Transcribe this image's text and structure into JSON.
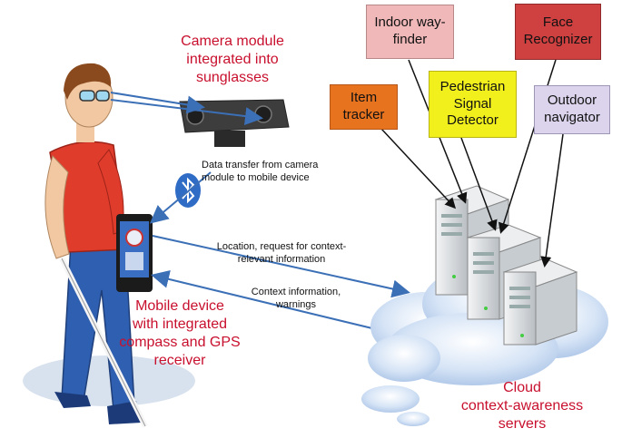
{
  "labels": {
    "camera_module": "Camera module\nintegrated into\nsunglasses",
    "data_transfer": "Data transfer from camera\nmodule to mobile device",
    "location_request": "Location, request for context-\nrelevant information",
    "context_info": "Context information,\nwarnings",
    "mobile_device": "Mobile device\nwith integrated\ncompass and GPS\nreceiver",
    "cloud": "Cloud\ncontext-awareness\nservers"
  },
  "services": [
    {
      "id": "item-tracker",
      "label": "Item\ntracker",
      "color": "#e8731f",
      "border": "#b4561a"
    },
    {
      "id": "indoor-way-finder",
      "label": "Indoor way-\nfinder",
      "color": "#f0b8b8",
      "border": "#b88888"
    },
    {
      "id": "pedestrian-signal-detector",
      "label": "Pedestrian\nSignal\nDetector",
      "color": "#f2f01c",
      "border": "#b9b514"
    },
    {
      "id": "face-recognizer",
      "label": "Face\nRecognizer",
      "color": "#cf4040",
      "border": "#8e2a2a"
    },
    {
      "id": "outdoor-navigator",
      "label": "Outdoor\nnavigator",
      "color": "#dcd4ec",
      "border": "#9d96b5"
    }
  ],
  "colors": {
    "label_red": "#c8102e",
    "arrow_blue": "#3b6fb6",
    "cloud": "#bcd2ee",
    "server": "#d9dde0"
  }
}
